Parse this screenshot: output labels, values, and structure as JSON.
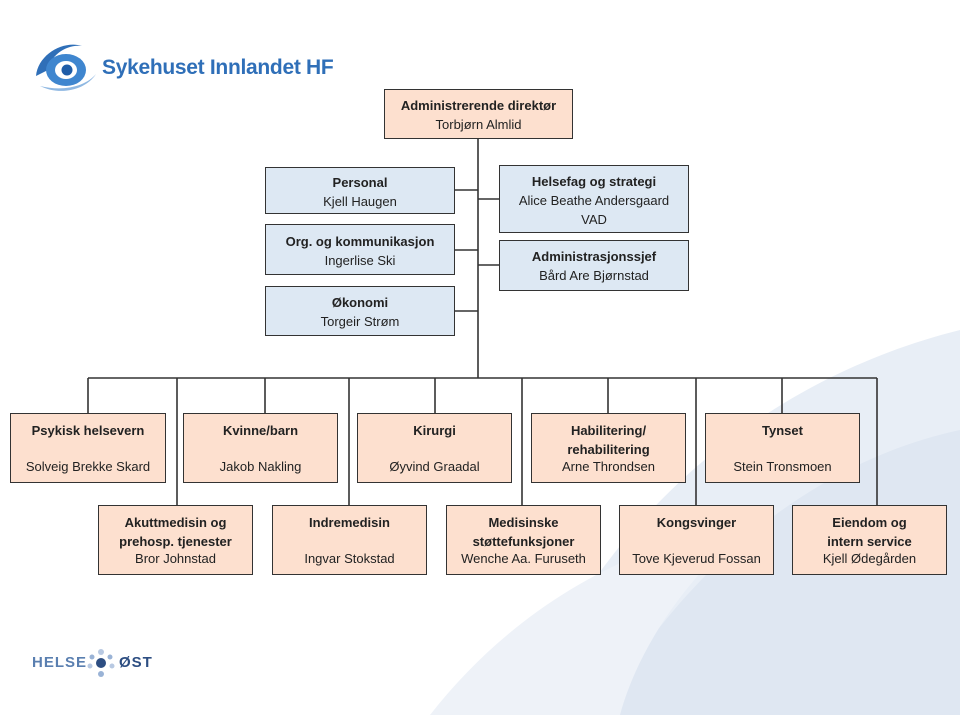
{
  "logos": {
    "top_text": "Sykehuset Innlandet HF",
    "bottom_left": "HELSE",
    "bottom_right": "ØST"
  },
  "colors": {
    "peach": "#fde0cf",
    "blue": "#dde8f3",
    "line": "#333333"
  },
  "ceo": {
    "title": "Administrerende direktør",
    "name": "Torbjørn Almlid"
  },
  "staff_left": [
    {
      "title": "Personal",
      "name": "Kjell Haugen"
    },
    {
      "title": "Org. og kommunikasjon",
      "name": "Ingerlise Ski"
    },
    {
      "title": "Økonomi",
      "name": "Torgeir Strøm"
    }
  ],
  "staff_right": [
    {
      "title": "Helsefag og strategi",
      "name": "Alice Beathe Andersgaard",
      "extra": "VAD"
    },
    {
      "title": "Administrasjonssjef",
      "name": "Bård Are Bjørnstad"
    }
  ],
  "divisions_row1": [
    {
      "title": "Psykisk helsevern",
      "title2": "",
      "name": "Solveig Brekke Skard"
    },
    {
      "title": "Kvinne/barn",
      "title2": "",
      "name": "Jakob Nakling"
    },
    {
      "title": "Kirurgi",
      "title2": "",
      "name": "Øyvind Graadal"
    },
    {
      "title": "Habilitering/",
      "title2": "rehabilitering",
      "name": "Arne Throndsen"
    },
    {
      "title": "Tynset",
      "title2": "",
      "name": "Stein Tronsmoen"
    }
  ],
  "divisions_row2": [
    {
      "title": "Akuttmedisin og",
      "title2": "prehosp. tjenester",
      "name": "Bror Johnstad"
    },
    {
      "title": "Indremedisin",
      "title2": "",
      "name": "Ingvar Stokstad"
    },
    {
      "title": "Medisinske",
      "title2": "støttefunksjoner",
      "name": "Wenche Aa. Furuseth"
    },
    {
      "title": "Kongsvinger",
      "title2": "",
      "name": "Tove Kjeverud Fossan"
    },
    {
      "title": "Eiendom og",
      "title2": "intern service",
      "name": "Kjell Ødegården"
    }
  ]
}
